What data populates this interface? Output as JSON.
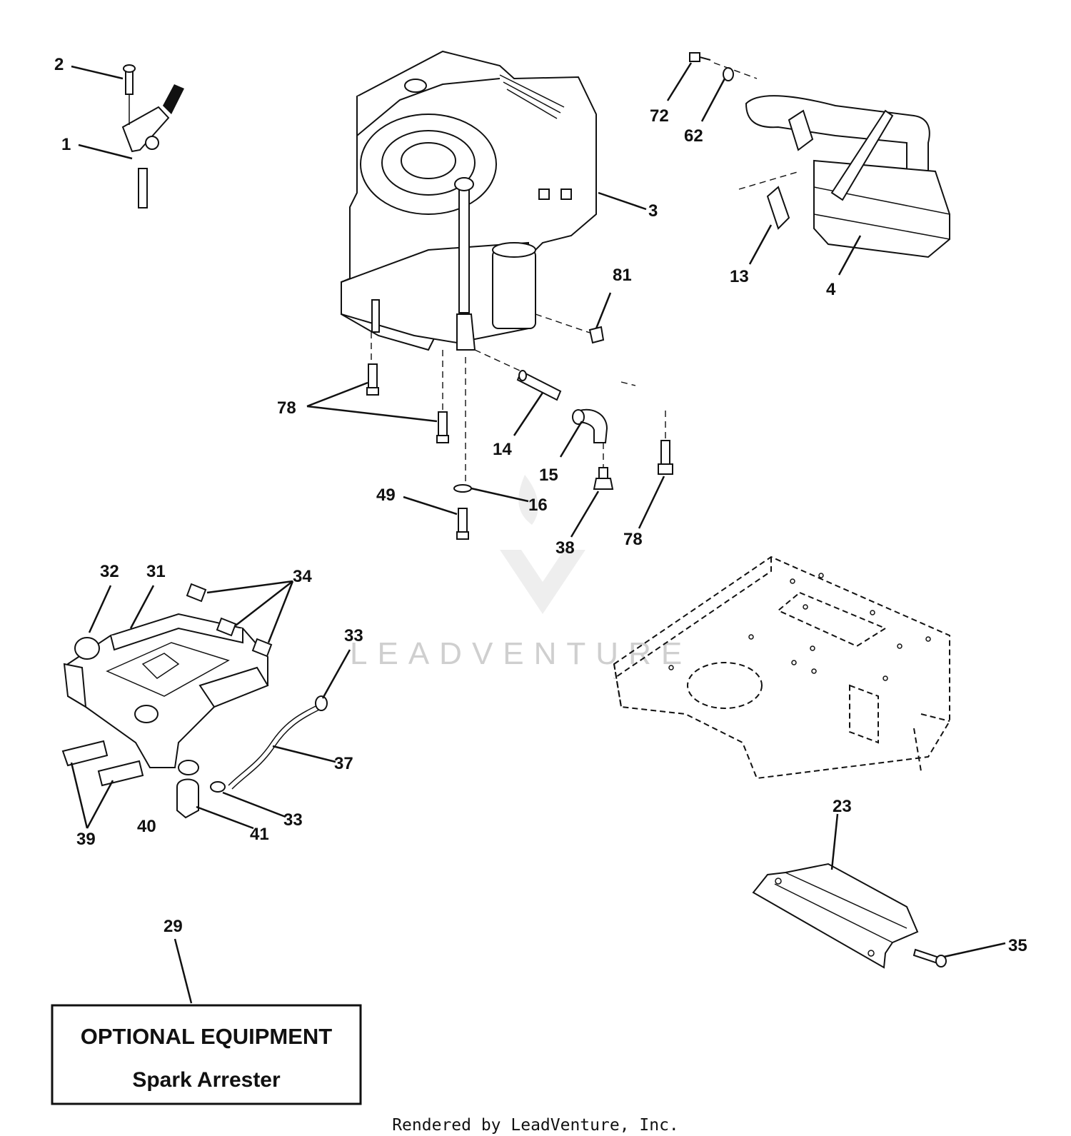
{
  "watermark": "LEADVENTURE",
  "optional_box": {
    "title": "OPTIONAL EQUIPMENT",
    "subtitle": "Spark Arrester"
  },
  "footer": "Rendered by LeadVenture, Inc.",
  "callouts": {
    "c1": "1",
    "c2": "2",
    "c3": "3",
    "c4": "4",
    "c13": "13",
    "c14": "14",
    "c15": "15",
    "c16": "16",
    "c23": "23",
    "c29": "29",
    "c31": "31",
    "c32": "32",
    "c33a": "33",
    "c33b": "33",
    "c34": "34",
    "c35": "35",
    "c37": "37",
    "c38": "38",
    "c39": "39",
    "c40": "40",
    "c41": "41",
    "c49": "49",
    "c62": "62",
    "c72": "72",
    "c78a": "78",
    "c78b": "78",
    "c81": "81"
  }
}
